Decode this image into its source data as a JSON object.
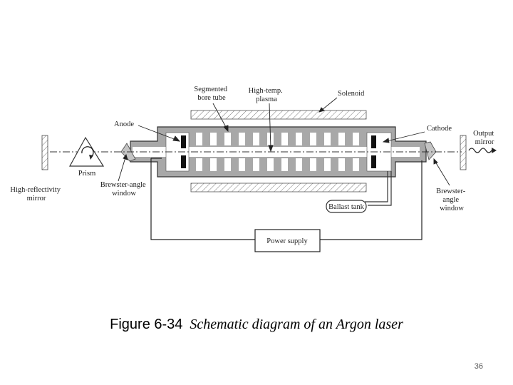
{
  "labels": {
    "segmented_bore_tube": [
      "Segmented",
      "bore tube"
    ],
    "high_temp_plasma": [
      "High-temp.",
      "plasma"
    ],
    "solenoid": "Solenoid",
    "anode": "Anode",
    "cathode": "Cathode",
    "output_mirror": [
      "Output",
      "mirror"
    ],
    "prism": "Prism",
    "high_reflectivity_mirror": [
      "High-reflectivity",
      "mirror"
    ],
    "brewster_left": [
      "Brewster-angle",
      "window"
    ],
    "brewster_right": [
      "Brewster-",
      "angle",
      "window"
    ],
    "ballast_tank": "Ballast tank",
    "power_supply": "Power supply"
  },
  "caption": {
    "figure_number": "Figure 6-34",
    "text": "Schematic diagram of an Argon laser"
  },
  "page_number": "36",
  "colors": {
    "tube_fill": "#a8a8a8",
    "line": "#333333",
    "electrode": "#111111",
    "hatch": "#777777"
  }
}
